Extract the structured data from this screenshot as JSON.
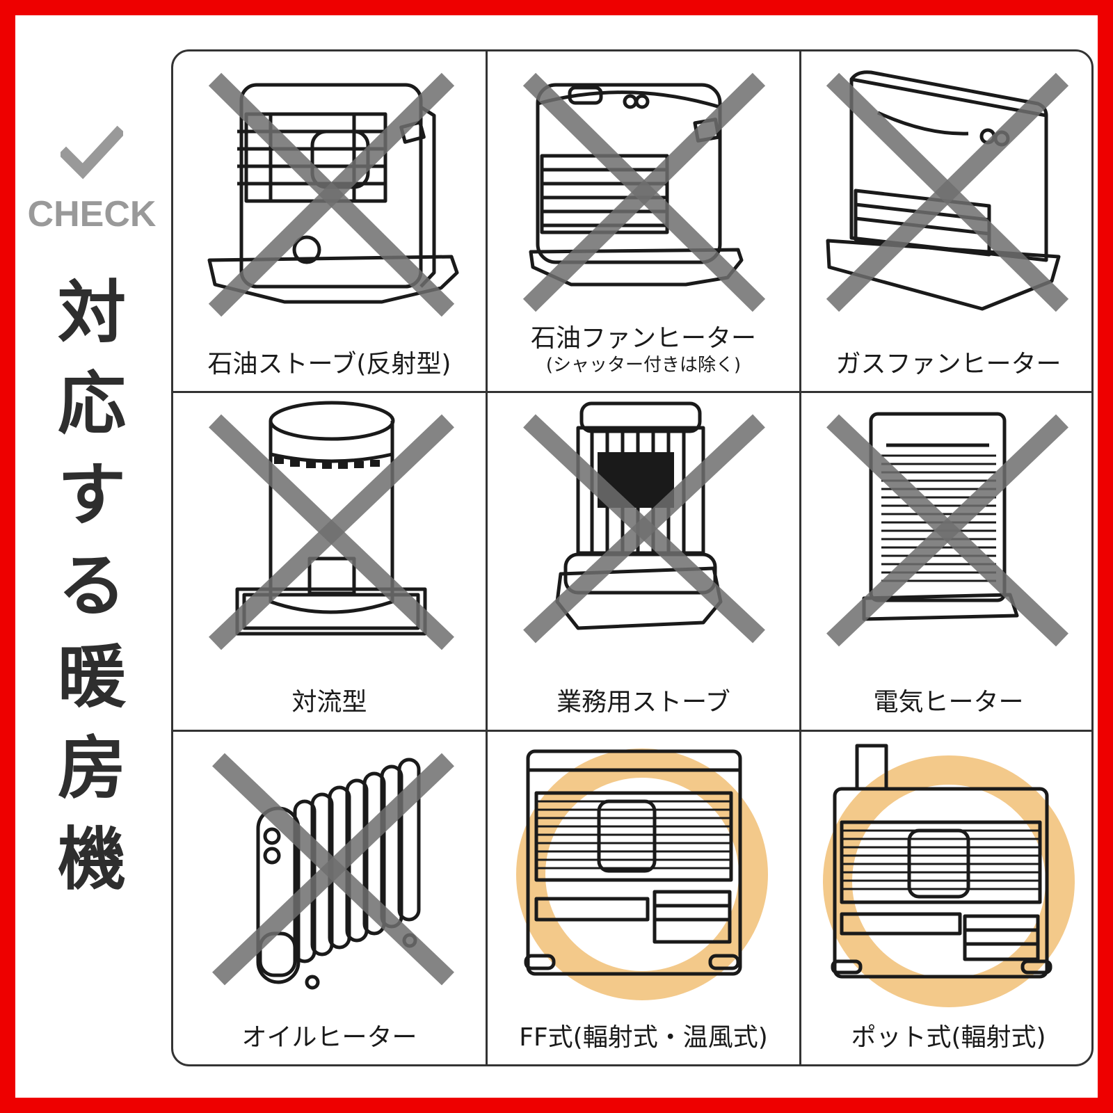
{
  "sidebar": {
    "check_icon": "checkmark-icon",
    "check_label": "CHECK",
    "title_chars": [
      "対",
      "応",
      "す",
      "る",
      "暖",
      "房",
      "機"
    ]
  },
  "grid": {
    "cells": [
      {
        "label": "石油ストーブ(反射型)",
        "status": "not-supported",
        "icon": "reflective-kerosene-stove-icon"
      },
      {
        "label": "石油ファンヒーター",
        "sublabel": "(シャッター付きは除く)",
        "status": "not-supported",
        "icon": "kerosene-fan-heater-icon"
      },
      {
        "label": "ガスファンヒーター",
        "status": "not-supported",
        "icon": "gas-fan-heater-icon"
      },
      {
        "label": "対流型",
        "status": "not-supported",
        "icon": "convection-stove-icon"
      },
      {
        "label": "業務用ストーブ",
        "status": "not-supported",
        "icon": "commercial-stove-icon"
      },
      {
        "label": "電気ヒーター",
        "status": "not-supported",
        "icon": "electric-heater-icon"
      },
      {
        "label": "オイルヒーター",
        "status": "not-supported",
        "icon": "oil-heater-icon"
      },
      {
        "label": "FF式(輻射式・温風式)",
        "status": "supported",
        "icon": "ff-heater-icon"
      },
      {
        "label": "ポット式(輻射式)",
        "status": "supported",
        "icon": "pot-heater-icon"
      }
    ]
  },
  "colors": {
    "frame": "#ee0000",
    "cross": "#6e6e6e",
    "circle": "#f3c98a",
    "check": "#999999",
    "text": "#2e2e2e"
  }
}
